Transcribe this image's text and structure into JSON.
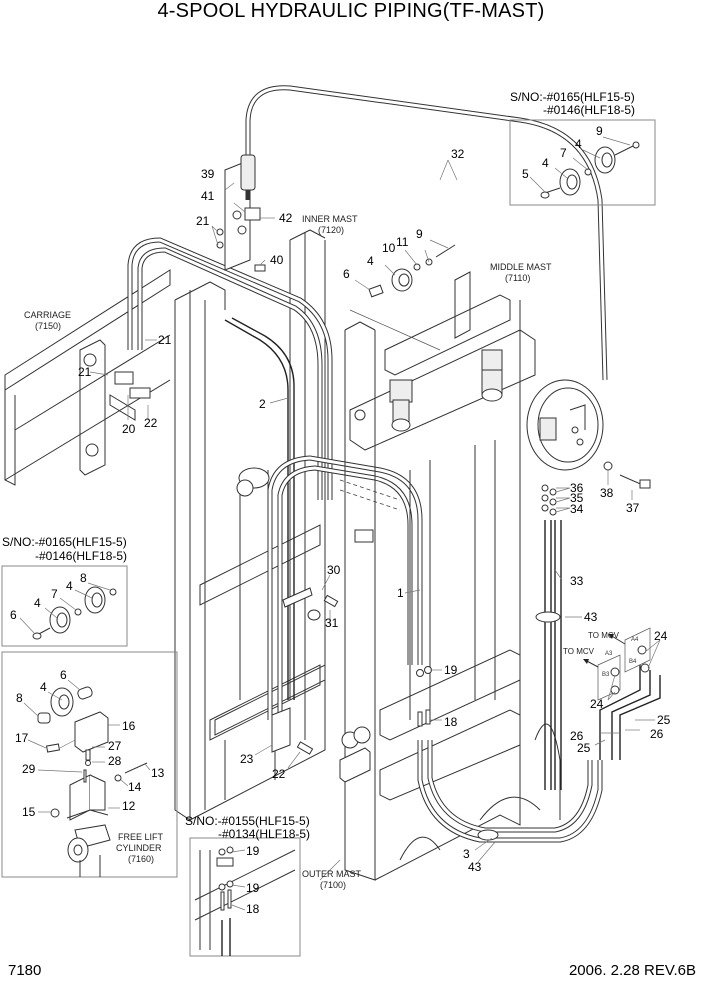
{
  "title": "4-SPOOL HYDRAULIC PIPING(TF-MAST)",
  "footer": {
    "page_code": "7180",
    "date_revision": "2006. 2.28  REV.6B"
  },
  "assemblies": {
    "inner_mast": {
      "name": "INNER MAST",
      "code": "(7120)"
    },
    "middle_mast": {
      "name": "MIDDLE MAST",
      "code": "(7110)"
    },
    "outer_mast": {
      "name": "OUTER MAST",
      "code": "(7100)"
    },
    "carriage": {
      "name": "CARRIAGE",
      "code": "(7150)"
    },
    "free_lift_cylinder": {
      "line1": "FREE LIFT",
      "line2": "CYLINDER",
      "code": "(7160)"
    }
  },
  "serial_notes": {
    "top_right": {
      "line1": "S/NO:-#0165(HLF15-5)",
      "line2": "-#0146(HLF18-5)"
    },
    "left_middle": {
      "line1": "S/NO:-#0165(HLF15-5)",
      "line2": "-#0146(HLF18-5)"
    },
    "bottom_center": {
      "line1": "S/NO:-#0155(HLF15-5)",
      "line2": "-#0134(HLF18-5)"
    }
  },
  "mcv": {
    "label": "TO MCV",
    "ports": [
      "A3",
      "B3",
      "A4",
      "B4"
    ]
  },
  "callouts": {
    "main": [
      "32",
      "39",
      "41",
      "21",
      "42",
      "40",
      "9",
      "11",
      "10",
      "4",
      "6",
      "21",
      "21",
      "20",
      "22",
      "2",
      "30",
      "1",
      "31",
      "19",
      "18",
      "23",
      "22",
      "3",
      "43",
      "33",
      "43",
      "24",
      "24",
      "25",
      "26",
      "26",
      "25",
      "36",
      "35",
      "34",
      "38",
      "37"
    ],
    "inset_top_right": [
      "9",
      "4",
      "7",
      "4",
      "5"
    ],
    "inset_left_middle": [
      "8",
      "4",
      "7",
      "4",
      "6"
    ],
    "inset_left_bottom": [
      "6",
      "4",
      "8",
      "16",
      "17",
      "27",
      "28",
      "29",
      "13",
      "14",
      "12",
      "15"
    ],
    "inset_bottom_center": [
      "19",
      "19",
      "18"
    ]
  }
}
